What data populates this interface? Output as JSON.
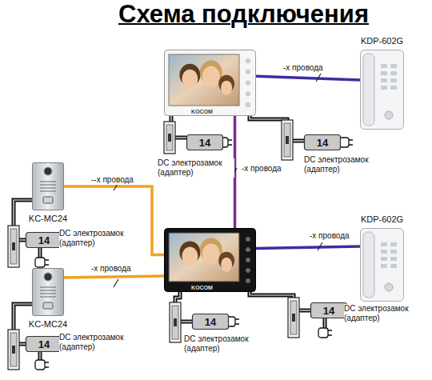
{
  "diagram": {
    "title": "Схема подключения",
    "nodes": [
      {
        "text": [
          "KOCOM"
        ]
      },
      {
        "text": [
          "KDP-602G"
        ]
      },
      {
        "text": [
          "14",
          "DC электрозамок (адаптер)"
        ]
      },
      {
        "text": [
          "14",
          "DC электрозамок (адаптер)"
        ]
      },
      {
        "text": [
          "KC-MC24"
        ]
      },
      {
        "text": [
          "14",
          "DC электрозамок (адаптер)"
        ]
      },
      {
        "text": [
          "KOCOM"
        ]
      },
      {
        "text": [
          "KDP-602G"
        ]
      },
      {
        "text": [
          "KC-MC24"
        ]
      },
      {
        "text": [
          "14",
          "DC электрозамок (адаптер)"
        ]
      },
      {
        "text": [
          "14",
          "DC электрозамок (адаптер)"
        ]
      },
      {
        "text": [
          "14",
          "DC электрозамок (адаптер)"
        ]
      }
    ],
    "edges": [
      {
        "from": 0,
        "to": 1,
        "label": "-х провода",
        "arrow": "none"
      },
      {
        "from": 0,
        "to": 6,
        "label": "-х провода",
        "arrow": "none"
      },
      {
        "from": 4,
        "to": 6,
        "label": "--х провода",
        "arrow": "none"
      },
      {
        "from": 8,
        "to": 6,
        "label": "-х провода",
        "arrow": "none"
      },
      {
        "from": 6,
        "to": 7,
        "label": "-х провода",
        "arrow": "none"
      }
    ]
  }
}
